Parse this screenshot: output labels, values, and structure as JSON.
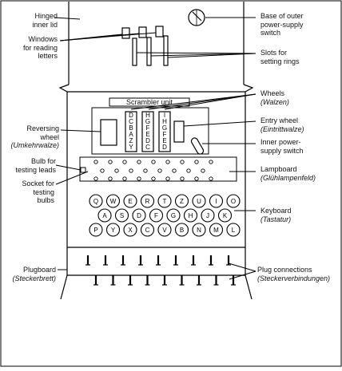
{
  "labels": {
    "hinged_lid": "Hinged\ninner lid",
    "windows": "Windows\nfor reading\nletters",
    "reversing_wheel": "Reversing\nwheel",
    "reversing_wheel_de": "(Umkehrwalze)",
    "bulb": "Bulb for\ntesting leads",
    "socket": "Socket for\ntesting\nbulbs",
    "plugboard": "Plugboard",
    "plugboard_de": "(Steckerbrett)",
    "base_switch": "Base of outer\npower-supply\nswitch",
    "slots": "Slots for\nsetting rings",
    "wheels": "Wheels",
    "wheels_de": "(Walzen)",
    "entry_wheel": "Entry wheel",
    "entry_wheel_de": "(Eintrittwalze)",
    "inner_switch": "Inner power-\nsupply switch",
    "lampboard": "Lampboard",
    "lampboard_de": "(Glühlampenfeld)",
    "keyboard": "Keyboard",
    "keyboard_de": "(Tastatur)",
    "plug_connections": "Plug connections",
    "plug_connections_de": "(Steckerverbindungen)",
    "scrambler": "Scrambler unit"
  },
  "rotor_letters": [
    "DCBAZY",
    "HGFEDC",
    "IHGFED"
  ],
  "keyboard_rows": [
    [
      "Q",
      "W",
      "E",
      "R",
      "T",
      "Z",
      "U",
      "I",
      "O"
    ],
    [
      "A",
      "S",
      "D",
      "F",
      "G",
      "H",
      "J",
      "K"
    ],
    [
      "P",
      "Y",
      "X",
      "C",
      "V",
      "B",
      "N",
      "M",
      "L"
    ]
  ]
}
